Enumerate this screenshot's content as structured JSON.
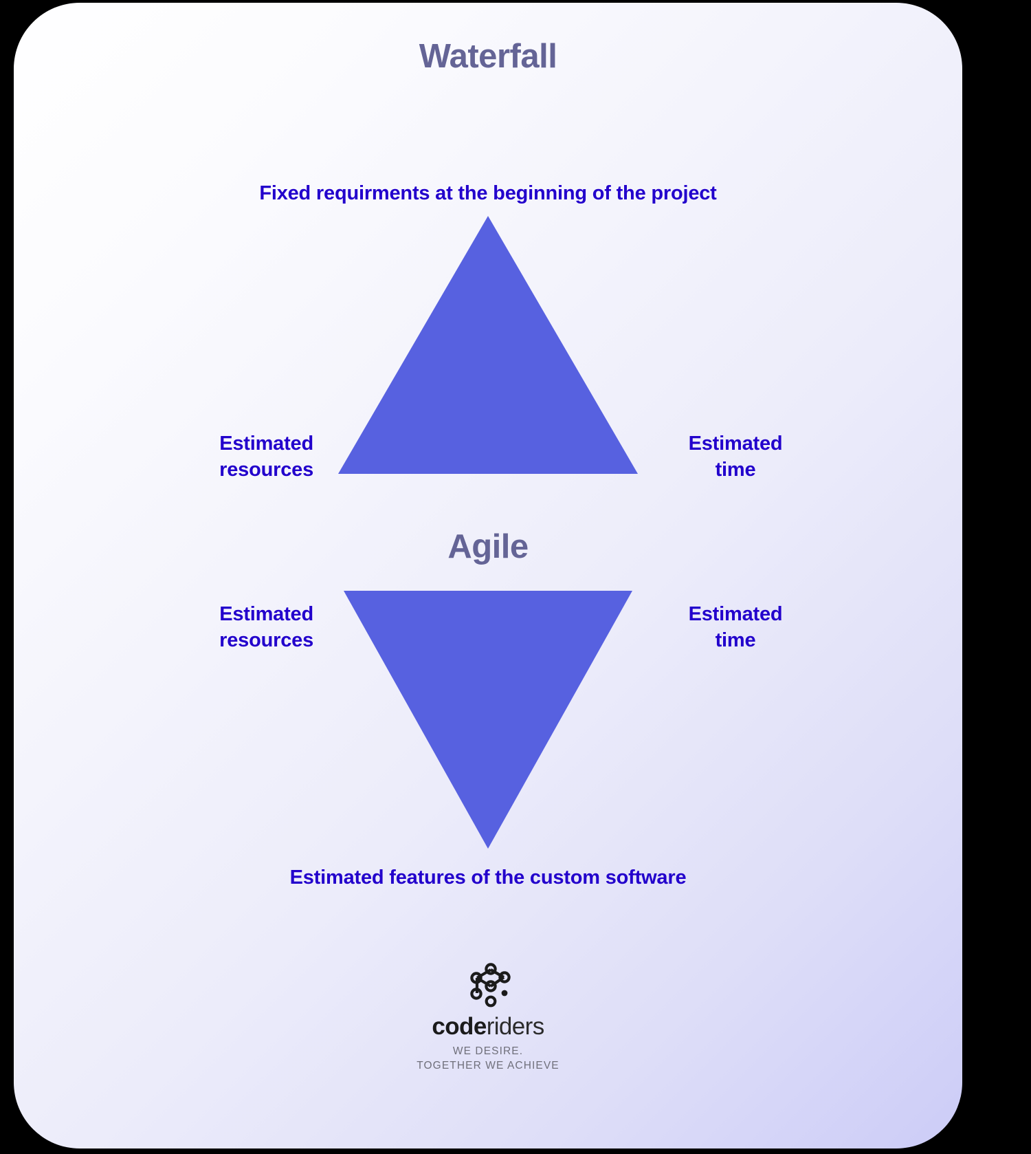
{
  "card": {
    "background_start": "#FFFFFF",
    "background_end": "#CCCCF7"
  },
  "sections": {
    "waterfall": {
      "title": "Waterfall",
      "title_color": "#646496",
      "triangle": {
        "orientation": "up",
        "color": "#5761E0"
      },
      "labels": {
        "top": "Fixed requirments at the beginning of the project",
        "left_line1": "Estimated",
        "left_line2": "resources",
        "right_line1": "Estimated",
        "right_line2": "time"
      }
    },
    "agile": {
      "title": "Agile",
      "title_color": "#646496",
      "triangle": {
        "orientation": "down",
        "color": "#5761E0"
      },
      "labels": {
        "left_line1": "Estimated",
        "left_line2": "resources",
        "right_line1": "Estimated",
        "right_line2": "time",
        "bottom": "Estimated features of the custom software"
      }
    }
  },
  "label_color": "#2200CC",
  "footer": {
    "logo_icon": "node-graph-icon",
    "wordmark_bold": "code",
    "wordmark_light": "riders",
    "tagline_line1": "WE DESIRE.",
    "tagline_line2": "TOGETHER WE ACHIEVE"
  }
}
